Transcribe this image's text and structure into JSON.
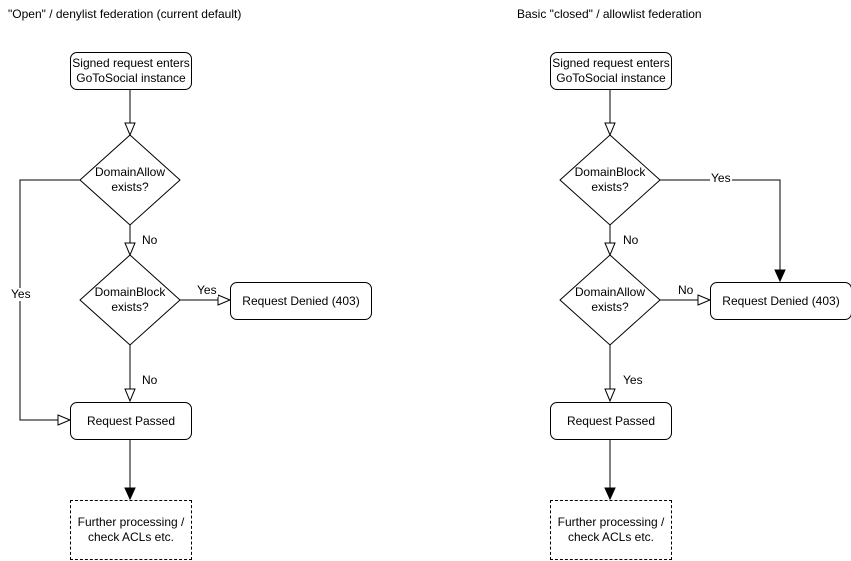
{
  "colors": {
    "stroke": "#000000",
    "background": "#ffffff",
    "text": "#000000"
  },
  "left": {
    "title": "\"Open\" / denylist federation (current default)",
    "start_line1": "Signed request enters",
    "start_line2": "GoToSocial instance",
    "decision1_line1": "DomainAllow",
    "decision1_line2": "exists?",
    "decision1_yes_label": "Yes",
    "decision1_no_label": "No",
    "decision2_line1": "DomainBlock",
    "decision2_line2": "exists?",
    "decision2_yes_label": "Yes",
    "decision2_no_label": "No",
    "denied_label": "Request Denied (403)",
    "passed_label": "Request Passed",
    "further_line1": "Further processing /",
    "further_line2": "check ACLs etc."
  },
  "right": {
    "title": "Basic \"closed\" / allowlist federation",
    "start_line1": "Signed request enters",
    "start_line2": "GoToSocial instance",
    "decision1_line1": "DomainBlock",
    "decision1_line2": "exists?",
    "decision1_yes_label": "Yes",
    "decision1_no_label": "No",
    "decision2_line1": "DomainAllow",
    "decision2_line2": "exists?",
    "decision2_no_label": "No",
    "decision2_yes_label": "Yes",
    "denied_label": "Request Denied (403)",
    "passed_label": "Request Passed",
    "further_line1": "Further processing /",
    "further_line2": "check ACLs etc."
  }
}
